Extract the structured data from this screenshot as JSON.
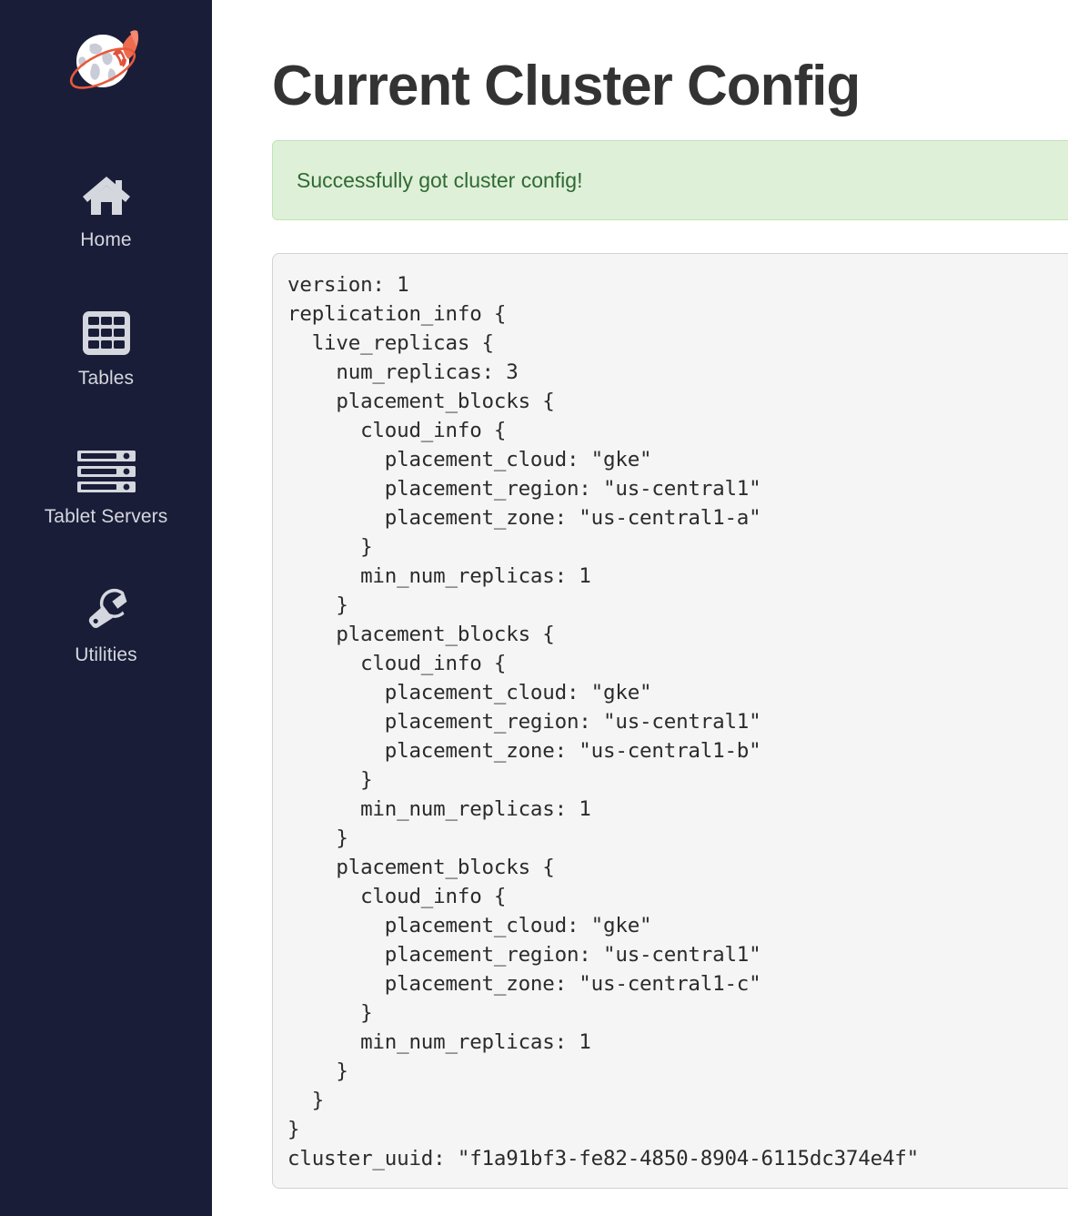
{
  "sidebar": {
    "logo": {
      "icon": "globe-rocket-logo",
      "globe_color": "#ffffff",
      "rocket_color": "#ef5b3f",
      "orbit_color": "#e8593c"
    },
    "background_color": "#191d38",
    "items": [
      {
        "label": "Home",
        "icon": "home-icon"
      },
      {
        "label": "Tables",
        "icon": "table-grid-icon"
      },
      {
        "label": "Tablet Servers",
        "icon": "server-stack-icon"
      },
      {
        "label": "Utilities",
        "icon": "wrench-icon"
      }
    ]
  },
  "main": {
    "title": "Current Cluster Config",
    "alert": {
      "message": "Successfully got cluster config!",
      "type": "success",
      "background_color": "#dff0d8",
      "text_color": "#2f6a33"
    },
    "config": {
      "background_color": "#f5f5f5",
      "text": "version: 1\nreplication_info {\n  live_replicas {\n    num_replicas: 3\n    placement_blocks {\n      cloud_info {\n        placement_cloud: \"gke\"\n        placement_region: \"us-central1\"\n        placement_zone: \"us-central1-a\"\n      }\n      min_num_replicas: 1\n    }\n    placement_blocks {\n      cloud_info {\n        placement_cloud: \"gke\"\n        placement_region: \"us-central1\"\n        placement_zone: \"us-central1-b\"\n      }\n      min_num_replicas: 1\n    }\n    placement_blocks {\n      cloud_info {\n        placement_cloud: \"gke\"\n        placement_region: \"us-central1\"\n        placement_zone: \"us-central1-c\"\n      }\n      min_num_replicas: 1\n    }\n  }\n}\ncluster_uuid: \"f1a91bf3-fe82-4850-8904-6115dc374e4f\"",
      "version": "1",
      "num_replicas": "3",
      "cluster_uuid": "f1a91bf3-fe82-4850-8904-6115dc374e4f",
      "placement_blocks": [
        {
          "placement_cloud": "gke",
          "placement_region": "us-central1",
          "placement_zone": "us-central1-a",
          "min_num_replicas": "1"
        },
        {
          "placement_cloud": "gke",
          "placement_region": "us-central1",
          "placement_zone": "us-central1-b",
          "min_num_replicas": "1"
        },
        {
          "placement_cloud": "gke",
          "placement_region": "us-central1",
          "placement_zone": "us-central1-c",
          "min_num_replicas": "1"
        }
      ]
    }
  }
}
